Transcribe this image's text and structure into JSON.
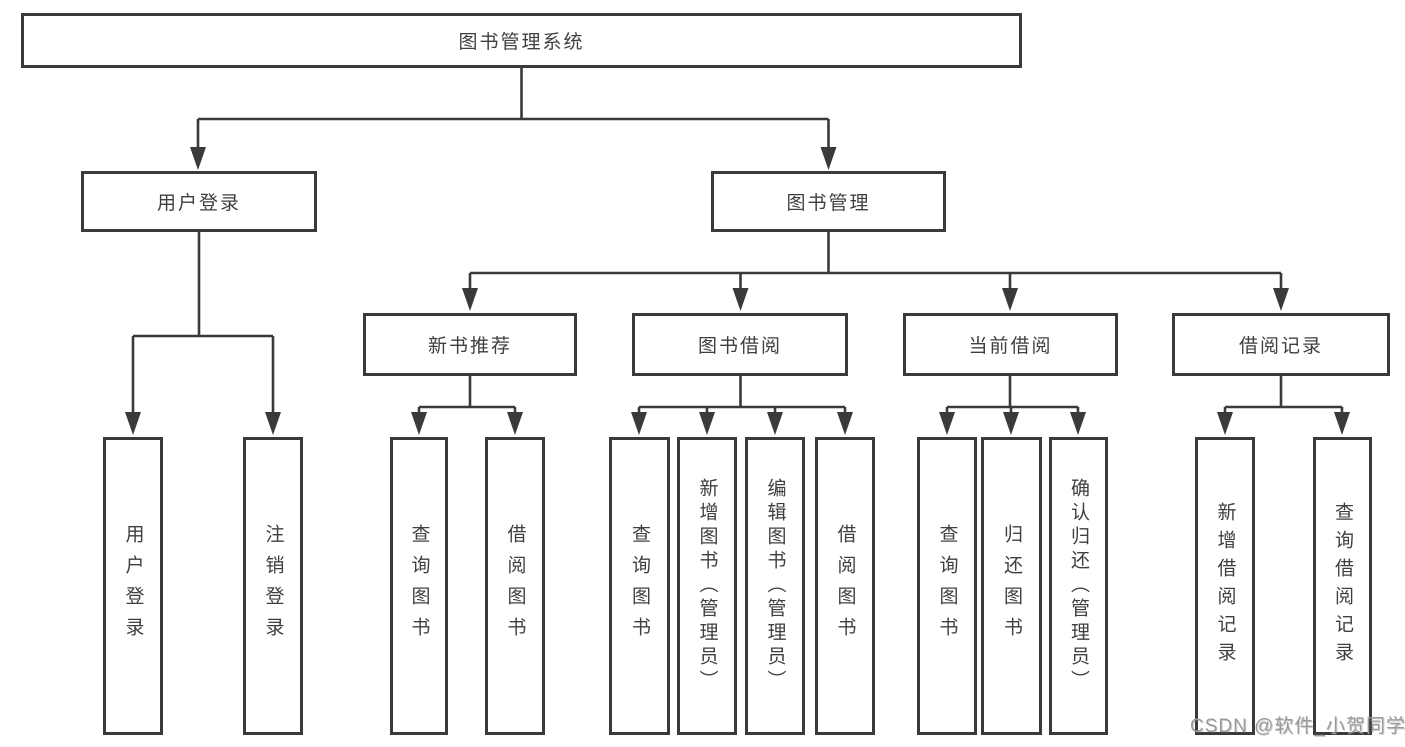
{
  "diagram": {
    "root": {
      "label": "图书管理系统",
      "children": [
        {
          "label": "用户登录",
          "children": [
            {
              "label": "用户登录"
            },
            {
              "label": "注销登录"
            }
          ]
        },
        {
          "label": "图书管理",
          "children": [
            {
              "label": "新书推荐",
              "children": [
                {
                  "label": "查询图书"
                },
                {
                  "label": "借阅图书"
                }
              ]
            },
            {
              "label": "图书借阅",
              "children": [
                {
                  "label": "查询图书"
                },
                {
                  "label": "新增图书（管理员）"
                },
                {
                  "label": "编辑图书（管理员）"
                },
                {
                  "label": "借阅图书"
                }
              ]
            },
            {
              "label": "当前借阅",
              "children": [
                {
                  "label": "查询图书"
                },
                {
                  "label": "归还图书"
                },
                {
                  "label": "确认归还（管理员）"
                }
              ]
            },
            {
              "label": "借阅记录",
              "children": [
                {
                  "label": "新增借阅记录"
                },
                {
                  "label": "查询借阅记录"
                }
              ]
            }
          ]
        }
      ]
    }
  },
  "watermark": {
    "text": "CSDN @软件_小贺同学"
  },
  "colors": {
    "line": "#3a3a3a",
    "text": "#3f3f3f",
    "watermark": "#9b9b9b",
    "background": "#ffffff"
  }
}
